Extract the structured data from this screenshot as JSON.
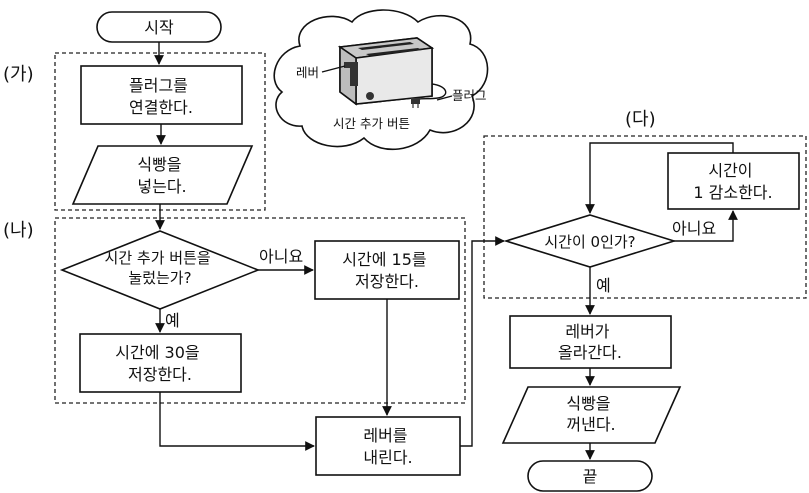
{
  "flowchart": {
    "start": "시작",
    "end": "끝",
    "groups": {
      "ga": "(가)",
      "na": "(나)",
      "da": "(다)"
    },
    "connect_plug": [
      "플러그를",
      "연결한다."
    ],
    "insert_bread": [
      "식빵을",
      "넣는다."
    ],
    "decision_button": [
      "시간 추가 버튼을",
      "눌렀는가?"
    ],
    "store_15": [
      "시간에 15를",
      "저장한다."
    ],
    "store_30": [
      "시간에 30을",
      "저장한다."
    ],
    "lower_lever": [
      "레버를",
      "내린다."
    ],
    "decision_zero": "시간이 0인가?",
    "decrease_time": [
      "시간이",
      "1 감소한다."
    ],
    "lever_up": [
      "레버가",
      "올라간다."
    ],
    "remove_bread": [
      "식빵을",
      "꺼낸다."
    ],
    "yes": "예",
    "no": "아니요"
  },
  "toaster": {
    "lever_label": "레버",
    "plug_label": "플러그",
    "button_label": "시간 추가 버튼"
  }
}
